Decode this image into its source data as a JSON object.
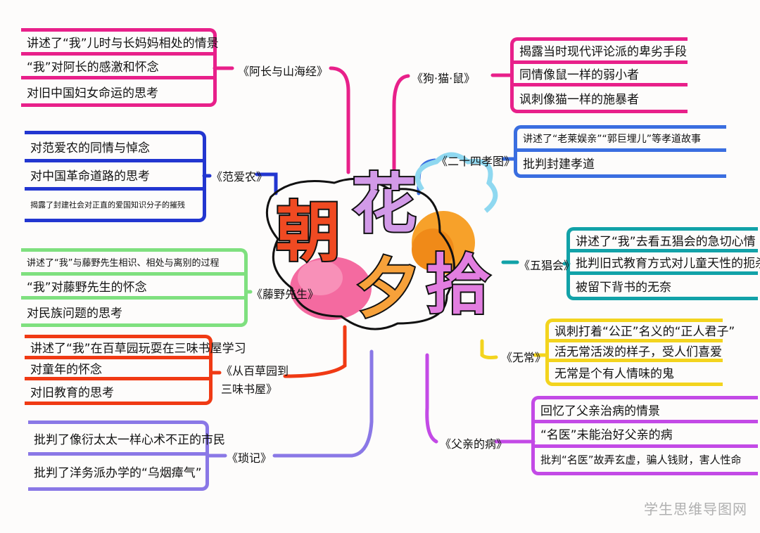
{
  "title": {
    "chars": [
      "朝",
      "花",
      "夕",
      "拾"
    ]
  },
  "colors": {
    "pink": "#e8208a",
    "blue": "#2236d0",
    "green": "#7fe07f",
    "red": "#f03a14",
    "purple": "#8a78e6",
    "sky": "#3a6ee0",
    "teal": "#12a2a8",
    "yellow": "#f3d41e",
    "violet": "#c34ae6"
  },
  "branches": [
    {
      "name": "《阿长与山海经》",
      "color": "#e8208a",
      "items": [
        "讲述了“我”儿时与长妈妈相处的情景",
        "“我”对阿长的感激和怀念",
        "对旧中国妇女命运的思考"
      ]
    },
    {
      "name": "《范爱农》",
      "color": "#2236d0",
      "items": [
        "对范爱农的同情与悼念",
        "对中国革命道路的思考",
        "揭露了封建社会对正直的爱国知识分子的摧残"
      ]
    },
    {
      "name": "《藤野先生》",
      "color": "#7fe07f",
      "items": [
        "讲述了“我”与藤野先生相识、相处与离别的过程",
        "“我”对藤野先生的怀念",
        "对民族问题的思考"
      ]
    },
    {
      "name": "《从百草园到三味书屋》",
      "color": "#f03a14",
      "items": [
        "讲述了“我”在百草园玩耍在三味书屋学习",
        "对童年的怀念",
        "对旧教育的思考"
      ]
    },
    {
      "name": "《琐记》",
      "color": "#8a78e6",
      "items": [
        "批判了像衍太太一样心术不正的市民",
        "批判了洋务派办学的“乌烟瘴气”"
      ]
    },
    {
      "name": "《狗·猫·鼠》",
      "color": "#e8208a",
      "items": [
        "揭露当时现代评论派的卑劣手段",
        "同情像鼠一样的弱小者",
        "讽刺像猫一样的施暴者"
      ]
    },
    {
      "name": "《二十四孝图》",
      "color": "#3a6ee0",
      "items": [
        "讲述了“老莱娱亲”“郭巨埋儿”等孝道故事",
        "批判封建孝道"
      ]
    },
    {
      "name": "《五猖会》",
      "color": "#12a2a8",
      "items": [
        "讲述了“我”去看五猖会的急切心情",
        "批判旧式教育方式对儿童天性的扼杀",
        "被留下背书的无奈"
      ]
    },
    {
      "name": "《无常》",
      "color": "#f3d41e",
      "items": [
        "讽刺打着“公正”名义的“正人君子”",
        "活无常活泼的样子，受人们喜爱",
        "无常是个有人情味的鬼"
      ]
    },
    {
      "name": "《父亲的病》",
      "color": "#c34ae6",
      "items": [
        "回忆了父亲治病的情景",
        "“名医”未能治好父亲的病",
        "批判“名医”故弄玄虚，骗人钱财，害人性命"
      ]
    }
  ],
  "watermark": "学生思维导图网"
}
